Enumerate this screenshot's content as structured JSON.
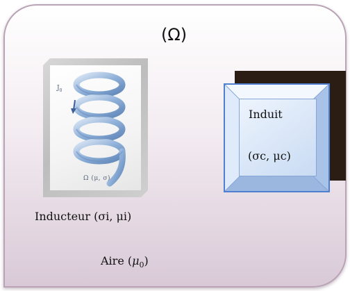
{
  "domain_label": "(Ω)",
  "inducteur": {
    "caption": "Inducteur (σi, μi)",
    "current_symbol": "J",
    "current_subscript": "0",
    "coil_label": "Ω (μ, σ)"
  },
  "induit": {
    "name": "Induit",
    "props": "(σc, μc)"
  },
  "air": {
    "prefix": "Aire (",
    "symbol": "μ",
    "subscript": "0",
    "suffix": ")"
  },
  "colors": {
    "domain_border": "#b9a3b5",
    "induit_border": "#4f7fcf",
    "induit_shadow": "#2b1d14",
    "coil": "#8fb0d8"
  }
}
